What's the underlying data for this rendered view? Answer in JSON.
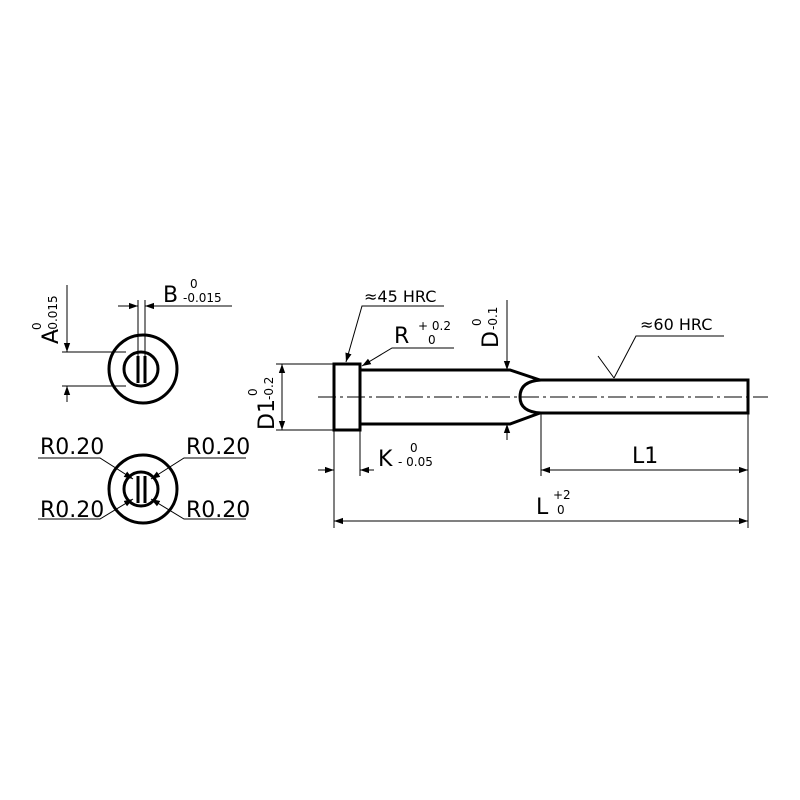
{
  "end_view": {
    "dim_a": {
      "letter": "A",
      "upper": "0",
      "lower": "-0.015"
    },
    "dim_b": {
      "letter": "B",
      "upper": "0",
      "lower": "-0.015"
    }
  },
  "radius_view": {
    "r_top_left": "R0.20",
    "r_top_right": "R0.20",
    "r_bottom_left": "R0.20",
    "r_bottom_right": "R0.20"
  },
  "side_view": {
    "head_hardness": "≈45 HRC",
    "shank_hardness": "≈60 HRC",
    "dim_r": {
      "letter": "R",
      "upper": "+ 0.2",
      "lower": "0"
    },
    "dim_d": {
      "letter": "D",
      "upper": "0",
      "lower": "-0.1"
    },
    "dim_d1": {
      "letter": "D1",
      "upper": "0",
      "lower": "-0.2"
    },
    "dim_k": {
      "letter": "K",
      "upper": "0",
      "lower": "- 0.05"
    },
    "dim_l1": {
      "letter": "L1"
    },
    "dim_l": {
      "letter": "L",
      "upper": "+2",
      "lower": "0"
    }
  }
}
